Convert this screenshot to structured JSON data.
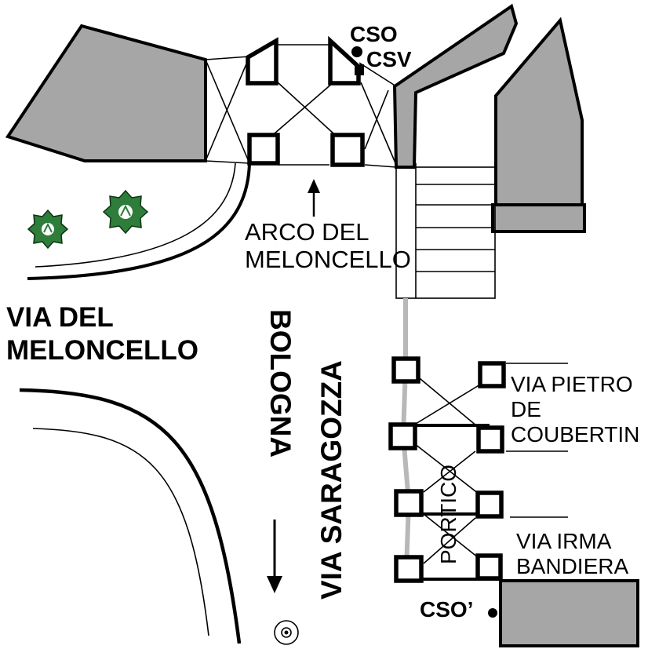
{
  "colors": {
    "building_fill": "#a6a6a6",
    "outline": "#000000",
    "track": "#b8b8b8",
    "tree": "#2e7d3a",
    "background": "#ffffff"
  },
  "labels": {
    "cso": "CSO",
    "csv": "CSV",
    "arco": [
      "ARCO DEL",
      "MELONCELLO"
    ],
    "via_meloncello": [
      "VIA DEL",
      "MELONCELLO"
    ],
    "bologna": "BOLOGNA",
    "via_saragozza": "VIA SARAGOZZA",
    "via_pietro": [
      "VIA PIETRO",
      "DE",
      "COUBERTIN"
    ],
    "portico": "PORTICO",
    "via_irma": [
      "VIA IRMA",
      "BANDIERA"
    ],
    "cso_prime": "CSO’"
  },
  "icons": [
    "arrow-up-icon",
    "arrow-down-icon",
    "tree-icon",
    "target-icon",
    "point-marker-icon"
  ]
}
